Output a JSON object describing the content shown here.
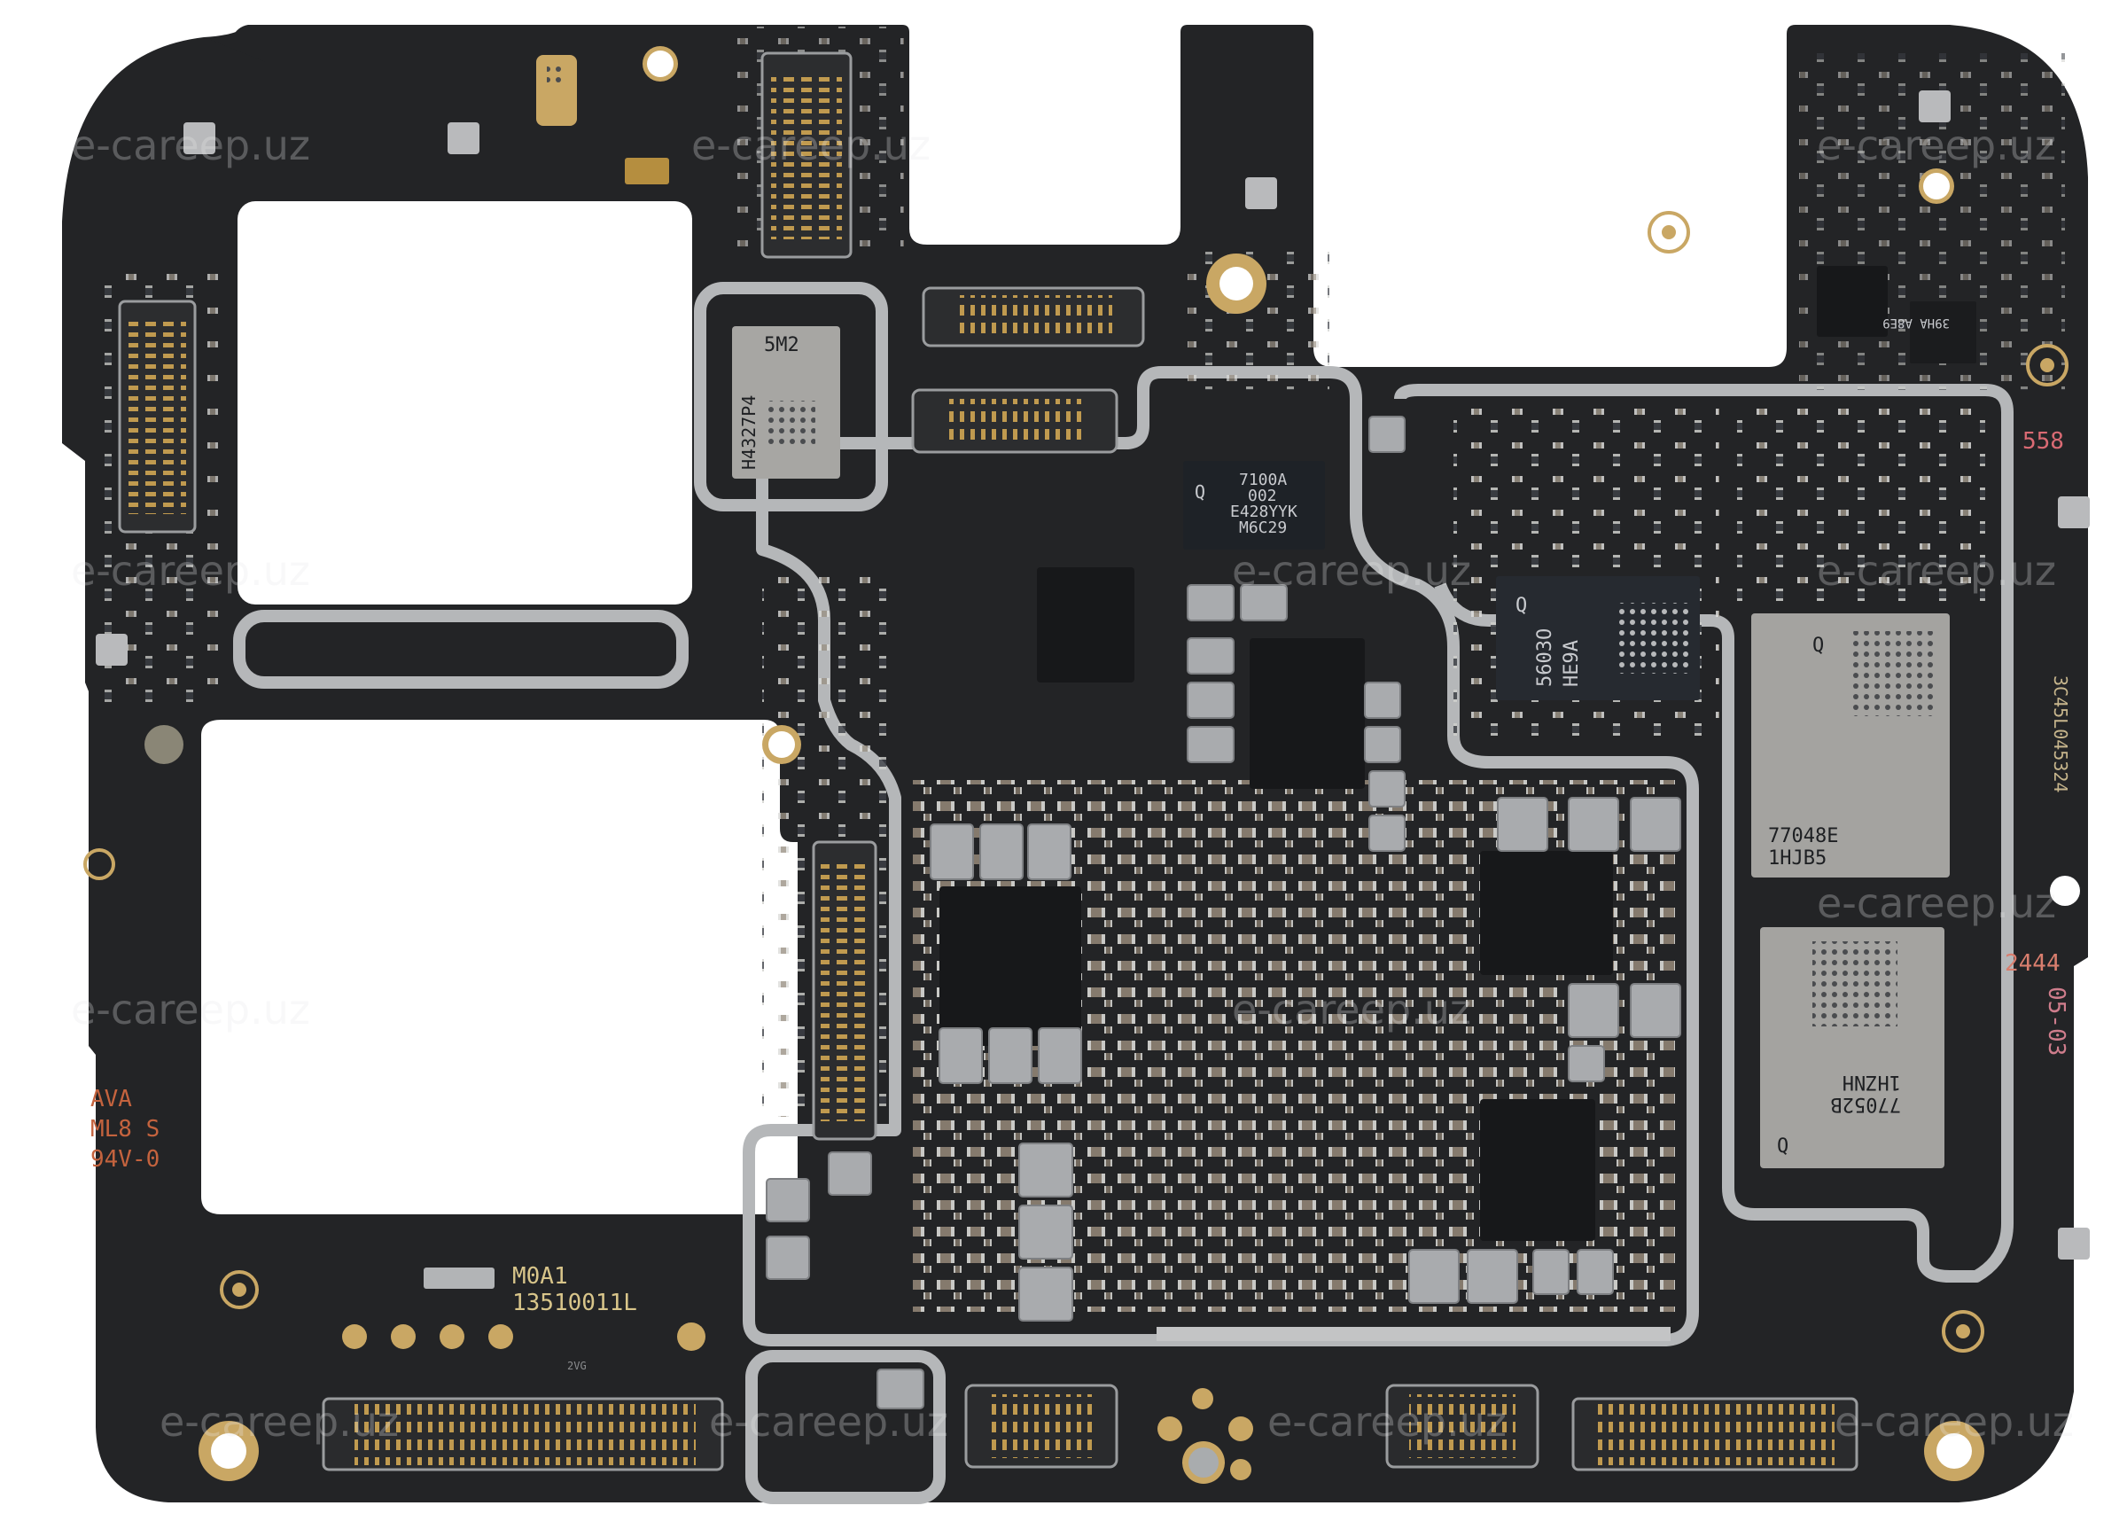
{
  "image": {
    "subject": "Smartphone main logic board (PCB), component side",
    "background_color": "#ffffff",
    "board_color": "#232426",
    "shield_frame_color": "#b9bbbd",
    "pad_gold_color": "#c9a764"
  },
  "silkscreen": {
    "ul_mark_line1": "AVA",
    "ul_mark_line2": "ML8 S",
    "ul_mark_line3": "94V-0",
    "board_id_line1": "M0A1",
    "board_id_line2": "13510011L",
    "right_edge_code": "558",
    "right_edge_serial": "3C45L045324",
    "date_code_line1": "2444",
    "date_code_line2": "05-03",
    "small_ic_top_right": "39HA A8E9",
    "small_mark_bottom": "2VG"
  },
  "chips": {
    "flash_module": {
      "line1": "5M2",
      "line2": "H4327P4"
    },
    "pmic": {
      "logo": "Q",
      "line1": "7100A",
      "line2": "002",
      "line3": "E428YYK",
      "line4": "M6C29"
    },
    "rf_transceiver": {
      "logo": "Q",
      "line1": "5603O",
      "line2": "HE9A"
    },
    "rf_module_upper": {
      "logo": "Q",
      "line1": "77048E",
      "line2": "1HJB5"
    },
    "rf_module_lower": {
      "logo": "Q",
      "line1": "77052B",
      "line2": "1HZNH"
    }
  },
  "watermark": {
    "text": "e-careep.uz",
    "registered": "®"
  },
  "connectors": [
    {
      "name": "left-fpc-connector"
    },
    {
      "name": "top-fpc-connector"
    },
    {
      "name": "camera-fpc-connector-upper"
    },
    {
      "name": "camera-fpc-connector-lower"
    },
    {
      "name": "mid-fpc-connector"
    },
    {
      "name": "bottom-left-board-to-board-connector"
    },
    {
      "name": "bottom-battery-connector-1"
    },
    {
      "name": "bottom-battery-connector-2"
    },
    {
      "name": "bottom-right-board-to-board-connector"
    }
  ]
}
